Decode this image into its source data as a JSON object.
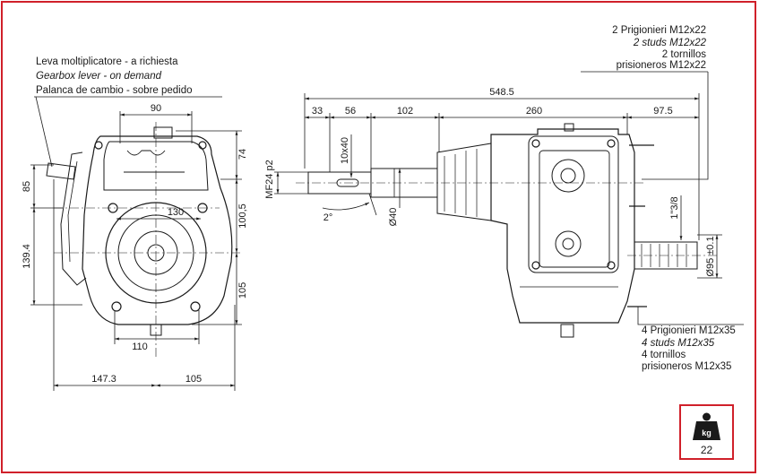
{
  "notes": {
    "lever": [
      "Leva moltiplicatore - a richiesta",
      "Gearbox lever - on demand",
      "Palanca de cambio - sobre pedido"
    ],
    "top_studs": [
      "2 Prigionieri M12x22",
      "2 studs M12x22",
      "2 tornillos",
      "prisioneros M12x22"
    ],
    "bottom_studs": [
      "4 Prigionieri M12x35",
      "4 studs M12x35",
      "4 tornillos",
      "prisioneros M12x35"
    ]
  },
  "dims": {
    "d90": "90",
    "d130": "130",
    "d110": "110",
    "d1473": "147.3",
    "d105b": "105",
    "d85": "85",
    "d1394": "139.4",
    "d74": "74",
    "d1005": "100,5",
    "d105r": "105",
    "d5485": "548.5",
    "d33": "33",
    "d56": "56",
    "d102": "102",
    "d260": "260",
    "d975": "97.5",
    "mf24": "MF24 p2",
    "key": "10x40",
    "dia40": "Ø40",
    "angle": "2°",
    "thread": "1\"3/8",
    "dia95": "Ø95 ±0.1"
  },
  "weight": {
    "icon": "weight-icon",
    "unit": "kg",
    "value": "22"
  },
  "colors": {
    "frame": "#d0202a",
    "line": "#1a1a1a"
  }
}
